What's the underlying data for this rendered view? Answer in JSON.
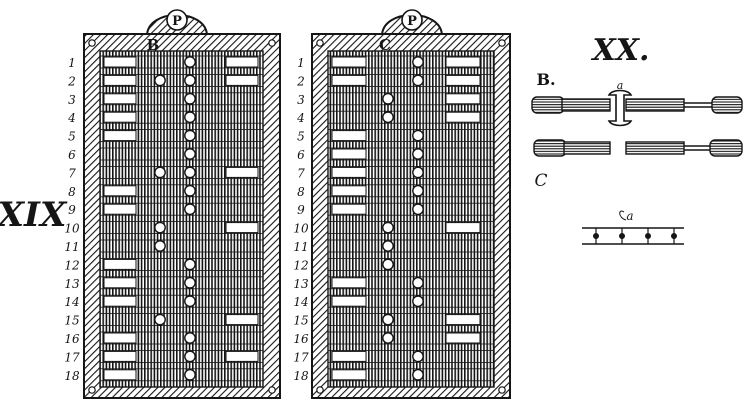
{
  "figure_xix": {
    "numeral": "XIX",
    "row_numbers": [
      "1",
      "2",
      "3",
      "4",
      "5",
      "6",
      "7",
      "8",
      "9",
      "10",
      "11",
      "12",
      "13",
      "14",
      "15",
      "16",
      "17",
      "18"
    ],
    "panel_b": {
      "top_badge": "P",
      "letter": "B",
      "rows": [
        {
          "left_slot": true,
          "left_pin": false,
          "right_pin": true,
          "right_slot": true
        },
        {
          "left_slot": true,
          "left_pin": true,
          "right_pin": true,
          "right_slot": true
        },
        {
          "left_slot": true,
          "left_pin": false,
          "right_pin": true,
          "right_slot": false
        },
        {
          "left_slot": true,
          "left_pin": false,
          "right_pin": true,
          "right_slot": false
        },
        {
          "left_slot": true,
          "left_pin": false,
          "right_pin": true,
          "right_slot": false
        },
        {
          "left_slot": false,
          "left_pin": false,
          "right_pin": true,
          "right_slot": false
        },
        {
          "left_slot": false,
          "left_pin": true,
          "right_pin": true,
          "right_slot": true
        },
        {
          "left_slot": true,
          "left_pin": false,
          "right_pin": true,
          "right_slot": false
        },
        {
          "left_slot": true,
          "left_pin": false,
          "right_pin": true,
          "right_slot": false
        },
        {
          "left_slot": false,
          "left_pin": true,
          "right_pin": false,
          "right_slot": true
        },
        {
          "left_slot": false,
          "left_pin": true,
          "right_pin": false,
          "right_slot": false
        },
        {
          "left_slot": true,
          "left_pin": false,
          "right_pin": true,
          "right_slot": false
        },
        {
          "left_slot": true,
          "left_pin": false,
          "right_pin": true,
          "right_slot": false
        },
        {
          "left_slot": true,
          "left_pin": false,
          "right_pin": true,
          "right_slot": false
        },
        {
          "left_slot": false,
          "left_pin": true,
          "right_pin": false,
          "right_slot": true
        },
        {
          "left_slot": true,
          "left_pin": false,
          "right_pin": true,
          "right_slot": false
        },
        {
          "left_slot": true,
          "left_pin": false,
          "right_pin": true,
          "right_slot": true
        },
        {
          "left_slot": true,
          "left_pin": false,
          "right_pin": true,
          "right_slot": false
        }
      ]
    },
    "panel_c": {
      "top_badge": "P",
      "letter": "C",
      "rows": [
        {
          "left_slot": true,
          "left_pin": false,
          "right_pin": true,
          "right_slot": true
        },
        {
          "left_slot": true,
          "left_pin": false,
          "right_pin": true,
          "right_slot": true
        },
        {
          "left_slot": false,
          "left_pin": true,
          "right_pin": false,
          "right_slot": true
        },
        {
          "left_slot": false,
          "left_pin": true,
          "right_pin": false,
          "right_slot": true
        },
        {
          "left_slot": true,
          "left_pin": false,
          "right_pin": true,
          "right_slot": false
        },
        {
          "left_slot": true,
          "left_pin": false,
          "right_pin": true,
          "right_slot": false
        },
        {
          "left_slot": true,
          "left_pin": false,
          "right_pin": true,
          "right_slot": false
        },
        {
          "left_slot": true,
          "left_pin": false,
          "right_pin": true,
          "right_slot": false
        },
        {
          "left_slot": true,
          "left_pin": false,
          "right_pin": true,
          "right_slot": false
        },
        {
          "left_slot": false,
          "left_pin": true,
          "right_pin": false,
          "right_slot": true
        },
        {
          "left_slot": false,
          "left_pin": true,
          "right_pin": false,
          "right_slot": false
        },
        {
          "left_slot": false,
          "left_pin": true,
          "right_pin": false,
          "right_slot": false
        },
        {
          "left_slot": true,
          "left_pin": false,
          "right_pin": true,
          "right_slot": false
        },
        {
          "left_slot": true,
          "left_pin": false,
          "right_pin": true,
          "right_slot": false
        },
        {
          "left_slot": false,
          "left_pin": true,
          "right_pin": false,
          "right_slot": true
        },
        {
          "left_slot": false,
          "left_pin": true,
          "right_pin": false,
          "right_slot": true
        },
        {
          "left_slot": true,
          "left_pin": false,
          "right_pin": true,
          "right_slot": false
        },
        {
          "left_slot": true,
          "left_pin": false,
          "right_pin": true,
          "right_slot": false
        }
      ]
    }
  },
  "figure_xx": {
    "numeral": "XX.",
    "label_b": "B.",
    "label_a": "a",
    "label_c": "C",
    "label_small_a": "a",
    "rail_pins": 4
  },
  "colors": {
    "ink": "#151515",
    "paper": "#ffffff"
  }
}
